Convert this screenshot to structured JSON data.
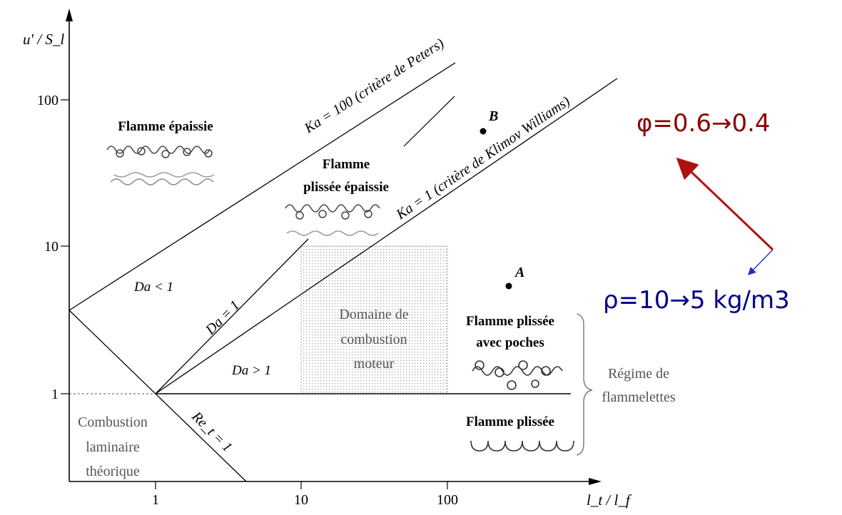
{
  "axes": {
    "y_label": "u' / S_l",
    "x_label": "l_t / l_f",
    "y_ticks": [
      "100",
      "10",
      "1"
    ],
    "x_ticks": [
      "1",
      "10",
      "100"
    ],
    "scale": "log-log"
  },
  "lines": {
    "ka100": "Ka = 100 (critère de Peters)",
    "ka1": "Ka = 1 (critère de Klimov Williams)",
    "da1": "Da = 1",
    "re1": "Re_t = 1"
  },
  "regions": {
    "da_lt": "Da < 1",
    "da_gt": "Da > 1",
    "thick": "Flamme épaissie",
    "thick_wrinkled_1": "Flamme",
    "thick_wrinkled_2": "plissée épaissie",
    "engine_1": "Domaine de",
    "engine_2": "combustion",
    "engine_3": "moteur",
    "pockets_1": "Flamme plissée",
    "pockets_2": "avec poches",
    "wrinkled": "Flamme plissée",
    "laminar_1": "Combustion",
    "laminar_2": "laminaire",
    "laminar_3": "théorique",
    "regime_1": "Régime de",
    "regime_2": "flammelettes"
  },
  "points": {
    "a": "A",
    "b": "B"
  },
  "annotations": {
    "phi": "φ=0.6→0.4",
    "rho": "ρ=10→5 kg/m3",
    "phi_color": "#8b0000",
    "rho_color": "#00008b"
  }
}
